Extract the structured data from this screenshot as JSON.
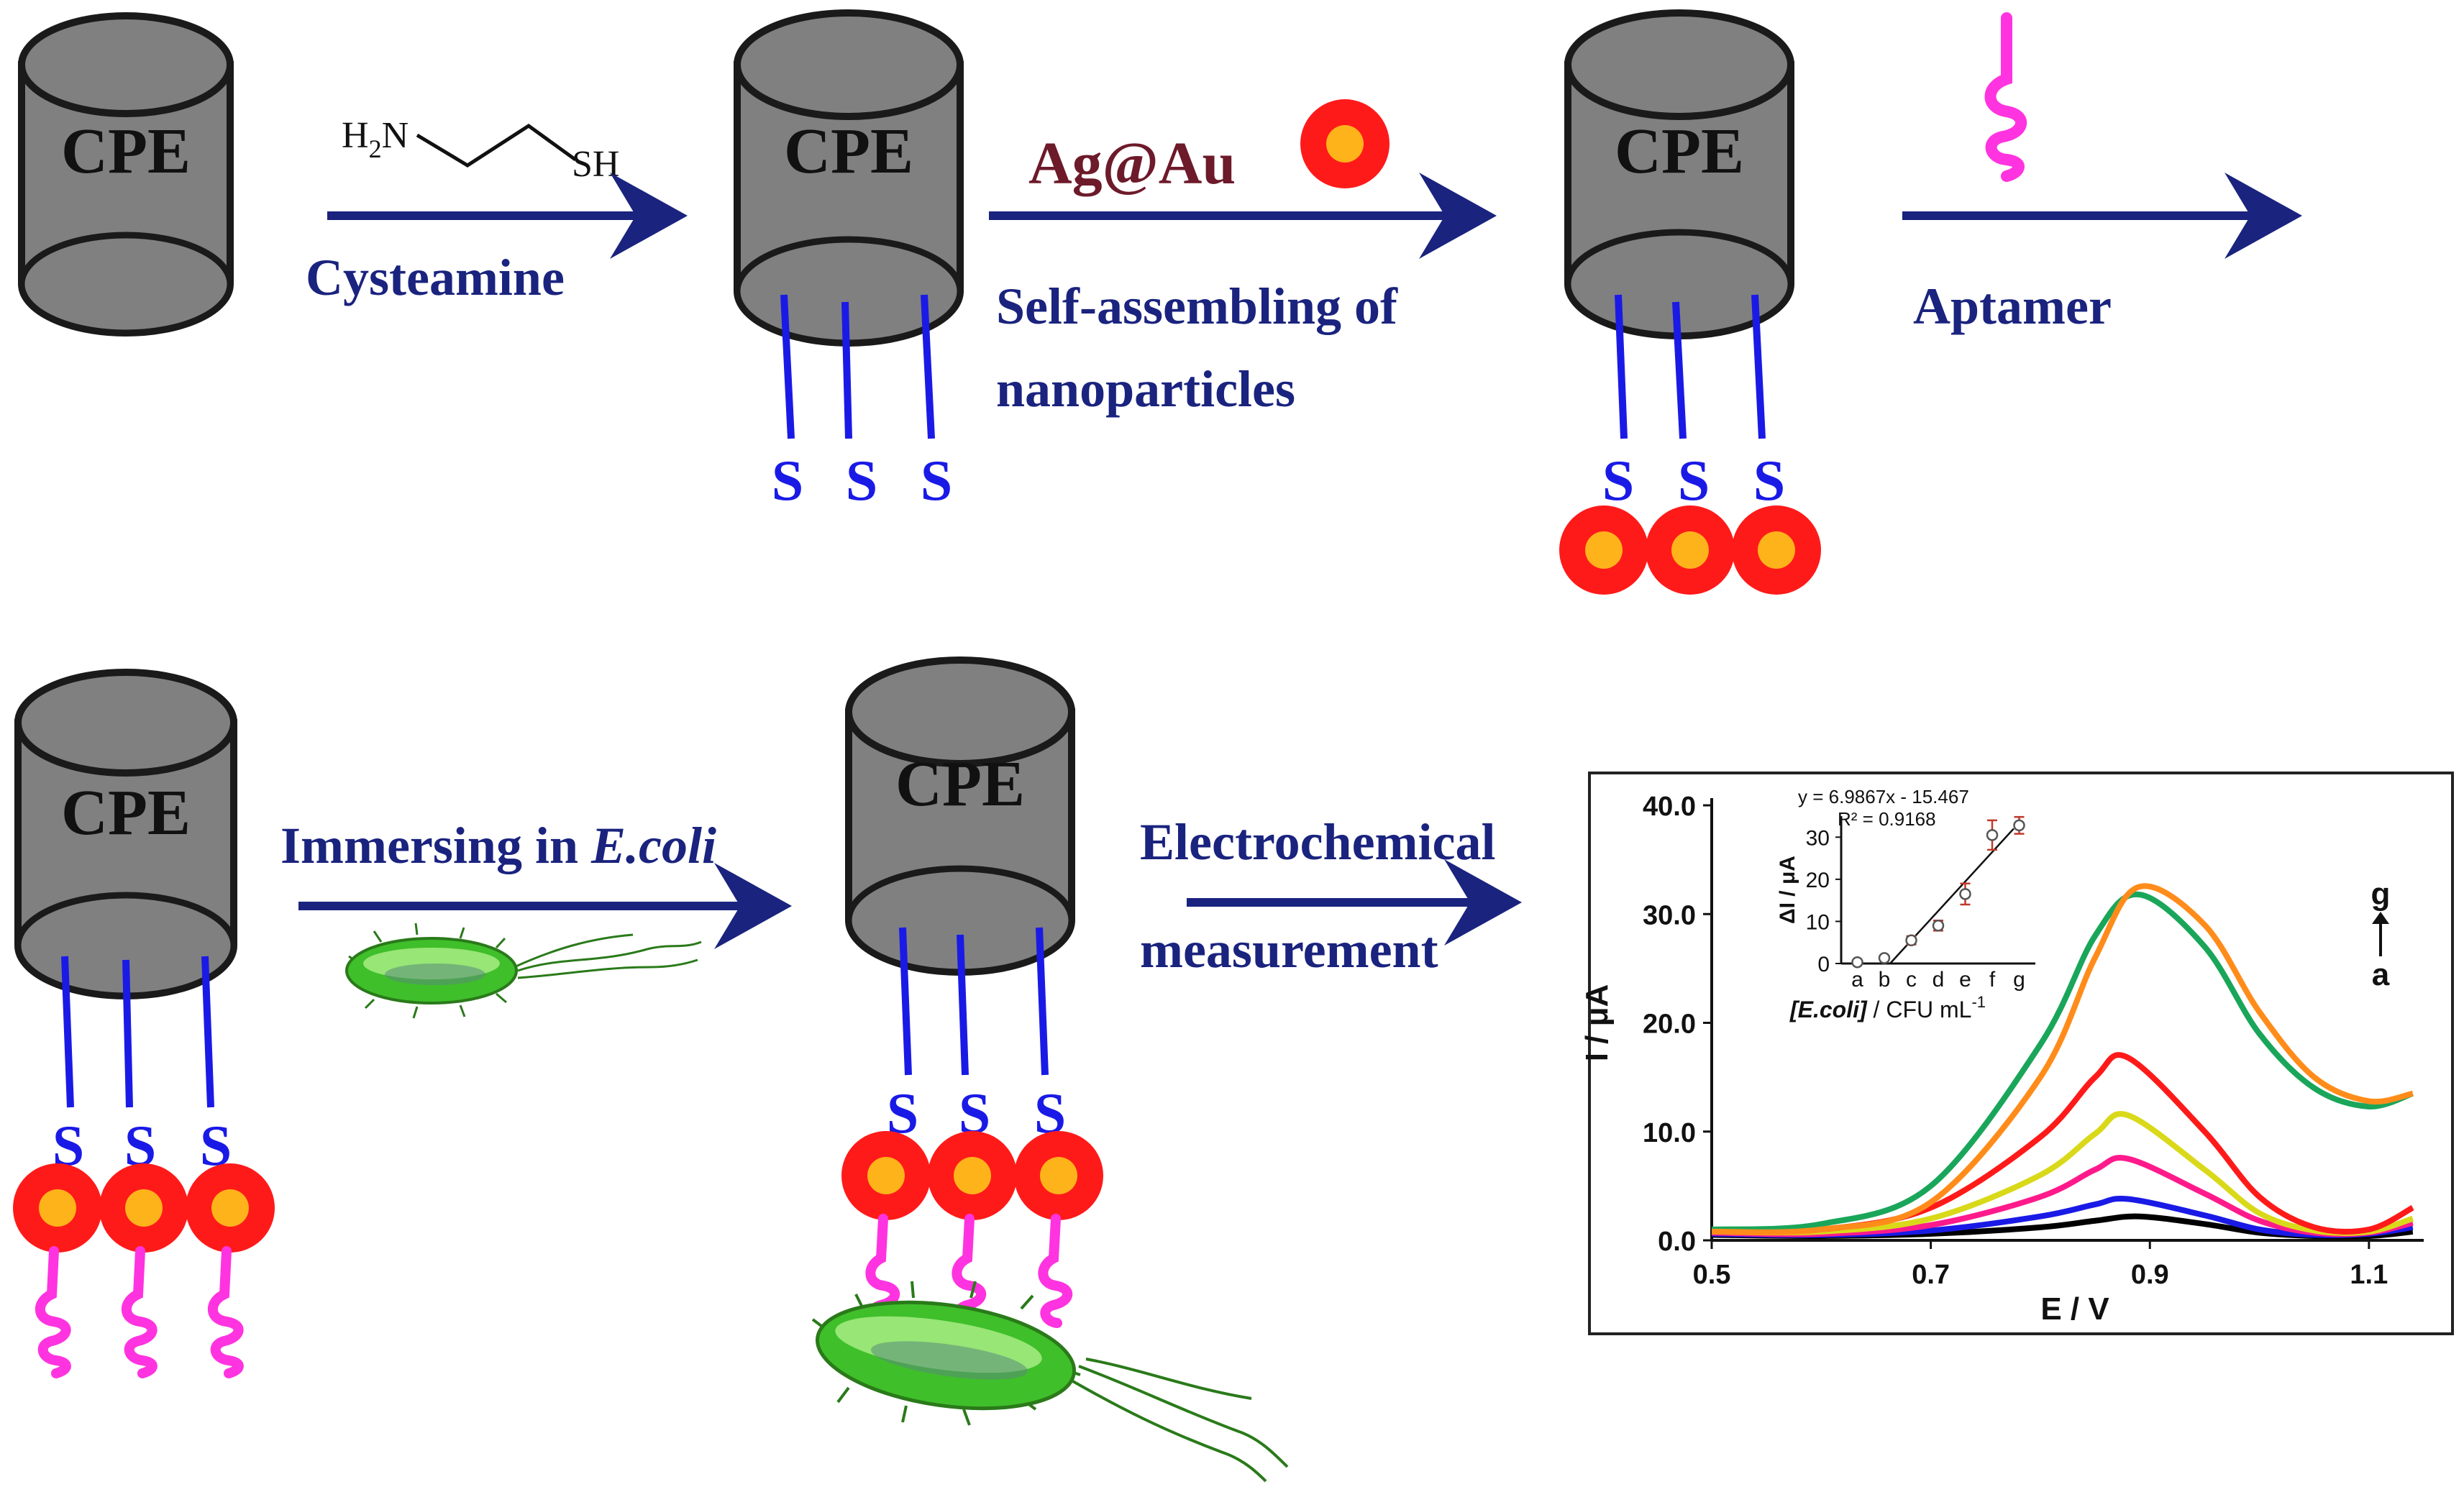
{
  "electrode_label": "CPE",
  "sulfur_label": "S",
  "steps": {
    "step1_label": "Cysteamine",
    "step1_formula": {
      "left": "H",
      "left_sub": "2",
      "left_rest": "N",
      "right": "SH"
    },
    "step2_reagent": "Ag@Au",
    "step2_label_line1": "Self-assembling of",
    "step2_label_line2": "nanoparticles",
    "step3_label": "Aptamer",
    "step4_label_prefix": "Immersing in ",
    "step4_label_italic": "E.coli",
    "step5_label_line1": "Electrochemical",
    "step5_label_line2": "measurement"
  },
  "colors": {
    "electrode_fill": "#808080",
    "electrode_stroke": "#1a1a1a",
    "arrow": "#1a237e",
    "text_navy": "#1a237e",
    "reagent_text": "#6d1a2a",
    "linker_blue": "#1a1ae6",
    "nanoparticle_shell": "#ff1a1a",
    "nanoparticle_core": "#ffb31a",
    "aptamer": "#ff33e0",
    "bacterium": "#3fbf2a"
  },
  "chart_data": [
    {
      "type": "line",
      "xlabel": "E / V",
      "ylabel": "I / μA",
      "xlim": [
        0.5,
        1.15
      ],
      "ylim": [
        0,
        40
      ],
      "xticks": [
        "0.5",
        "0.7",
        "0.9",
        "1.1"
      ],
      "yticks": [
        "0.0",
        "10.0",
        "20.0",
        "30.0",
        "40.0"
      ],
      "legend_top": "g",
      "legend_bottom": "a",
      "series": [
        {
          "name": "a",
          "color": "#000000",
          "x": [
            0.5,
            0.6,
            0.7,
            0.8,
            0.85,
            0.89,
            0.95,
            1.0,
            1.05,
            1.1,
            1.14
          ],
          "y": [
            0.5,
            0.4,
            0.6,
            1.2,
            1.8,
            2.2,
            1.5,
            0.7,
            0.4,
            0.4,
            0.8
          ]
        },
        {
          "name": "b",
          "color": "#1a1ae6",
          "x": [
            0.5,
            0.6,
            0.7,
            0.8,
            0.85,
            0.88,
            0.95,
            1.0,
            1.05,
            1.1,
            1.14
          ],
          "y": [
            0.6,
            0.5,
            0.9,
            2.2,
            3.3,
            3.8,
            2.3,
            1.0,
            0.5,
            0.6,
            1.2
          ]
        },
        {
          "name": "c",
          "color": "#ff1a8c",
          "x": [
            0.5,
            0.6,
            0.7,
            0.8,
            0.85,
            0.88,
            0.95,
            1.0,
            1.05,
            1.1,
            1.14
          ],
          "y": [
            0.7,
            0.6,
            1.4,
            4.0,
            6.5,
            7.5,
            4.3,
            1.8,
            0.7,
            0.7,
            1.6
          ]
        },
        {
          "name": "d",
          "color": "#d9d91a",
          "x": [
            0.5,
            0.6,
            0.7,
            0.8,
            0.85,
            0.88,
            0.95,
            1.0,
            1.05,
            1.1,
            1.14
          ],
          "y": [
            0.8,
            0.8,
            2.0,
            6.0,
            9.8,
            11.5,
            6.5,
            2.5,
            0.9,
            0.8,
            2.0
          ]
        },
        {
          "name": "e",
          "color": "#ff1a1a",
          "x": [
            0.5,
            0.6,
            0.7,
            0.8,
            0.85,
            0.88,
            0.95,
            1.0,
            1.05,
            1.1,
            1.14
          ],
          "y": [
            0.9,
            1.0,
            3.0,
            9.5,
            15.0,
            16.8,
            10.0,
            4.0,
            1.2,
            1.0,
            3.0
          ]
        },
        {
          "name": "f",
          "color": "#1aa65a",
          "x": [
            0.5,
            0.6,
            0.7,
            0.8,
            0.85,
            0.89,
            0.95,
            1.0,
            1.05,
            1.1,
            1.14
          ],
          "y": [
            1.0,
            1.5,
            5.0,
            18.0,
            28.0,
            31.8,
            27.0,
            19.0,
            14.0,
            12.3,
            13.5
          ]
        },
        {
          "name": "g",
          "color": "#ff8c1a",
          "x": [
            0.5,
            0.6,
            0.7,
            0.8,
            0.85,
            0.89,
            0.95,
            1.0,
            1.05,
            1.1,
            1.14
          ],
          "y": [
            0.8,
            1.0,
            3.5,
            15.0,
            26.0,
            32.5,
            29.0,
            21.0,
            15.0,
            12.8,
            13.5
          ]
        }
      ]
    },
    {
      "type": "scatter",
      "title": "y = 6.9867x - 15.467",
      "r_squared": "R² = 0.9168",
      "xlabel_italic": "[E.coli]",
      "xlabel_rest": " / CFU mL",
      "xlabel_sup": "-1",
      "ylabel": "ΔI / μA",
      "categories": [
        "a",
        "b",
        "c",
        "d",
        "e",
        "f",
        "g"
      ],
      "ylim": [
        0,
        35
      ],
      "yticks": [
        "0",
        "10",
        "20",
        "30"
      ],
      "values": [
        0.3,
        1.3,
        5.5,
        9.0,
        16.5,
        30.5,
        32.8
      ],
      "errors": [
        0.5,
        0.5,
        1.0,
        1.2,
        2.5,
        3.5,
        2.0
      ],
      "fit": {
        "slope": 6.9867,
        "intercept": -15.467
      }
    }
  ]
}
